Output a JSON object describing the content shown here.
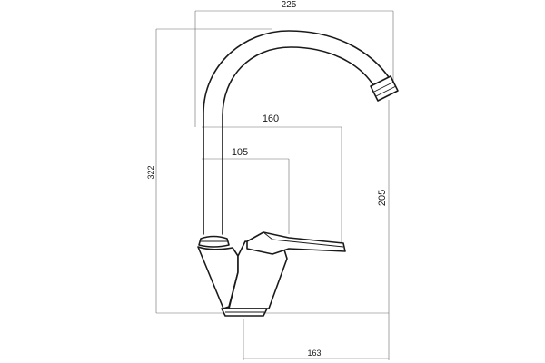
{
  "diagram": {
    "subject": "single-lever mixer faucet with swivel spout",
    "dimensions": {
      "overall_width": "225",
      "spout_reach": "160",
      "lever_reach": "105",
      "total_height": "322",
      "spout_height": "205",
      "base_to_outlet": "163"
    },
    "colors": {
      "outline": "#1a1a1a",
      "dimension_line": "#6a6a6a",
      "background": "#ffffff"
    }
  }
}
